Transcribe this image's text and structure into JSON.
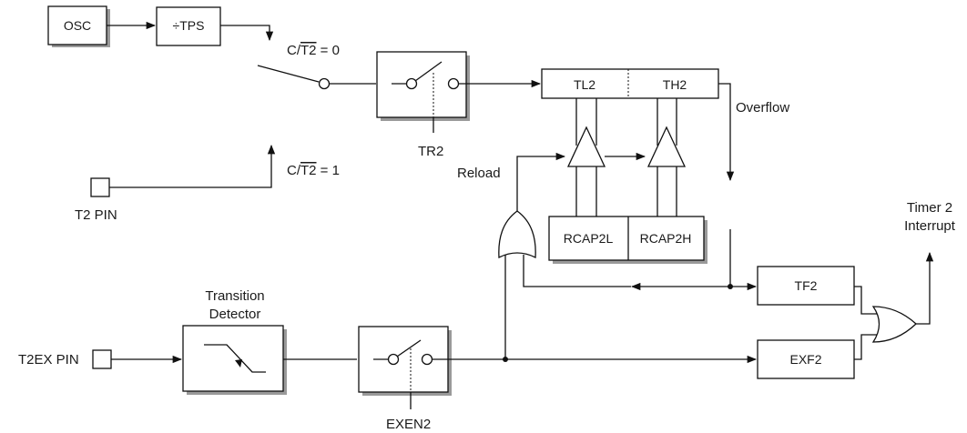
{
  "labels": {
    "osc": "OSC",
    "tps": "÷TPS",
    "ct2_0_prefix": "C/",
    "ct2_0_bar": "T2",
    "ct2_0_suffix": " = 0",
    "ct2_1_prefix": "C/",
    "ct2_1_bar": "T2",
    "ct2_1_suffix": " = 1",
    "t2_pin": "T2  PIN",
    "tr2": "TR2",
    "tl2": "TL2",
    "th2": "TH2",
    "overflow": "Overflow",
    "reload": "Reload",
    "rcap2l": "RCAP2L",
    "rcap2h": "RCAP2H",
    "timer2_interrupt_line1": "Timer 2",
    "timer2_interrupt_line2": "Interrupt",
    "tf2": "TF2",
    "exf2": "EXF2",
    "transition_line1": "Transition",
    "transition_line2": "Detector",
    "t2ex_pin": "T2EX  PIN",
    "exen2": "EXEN2"
  }
}
